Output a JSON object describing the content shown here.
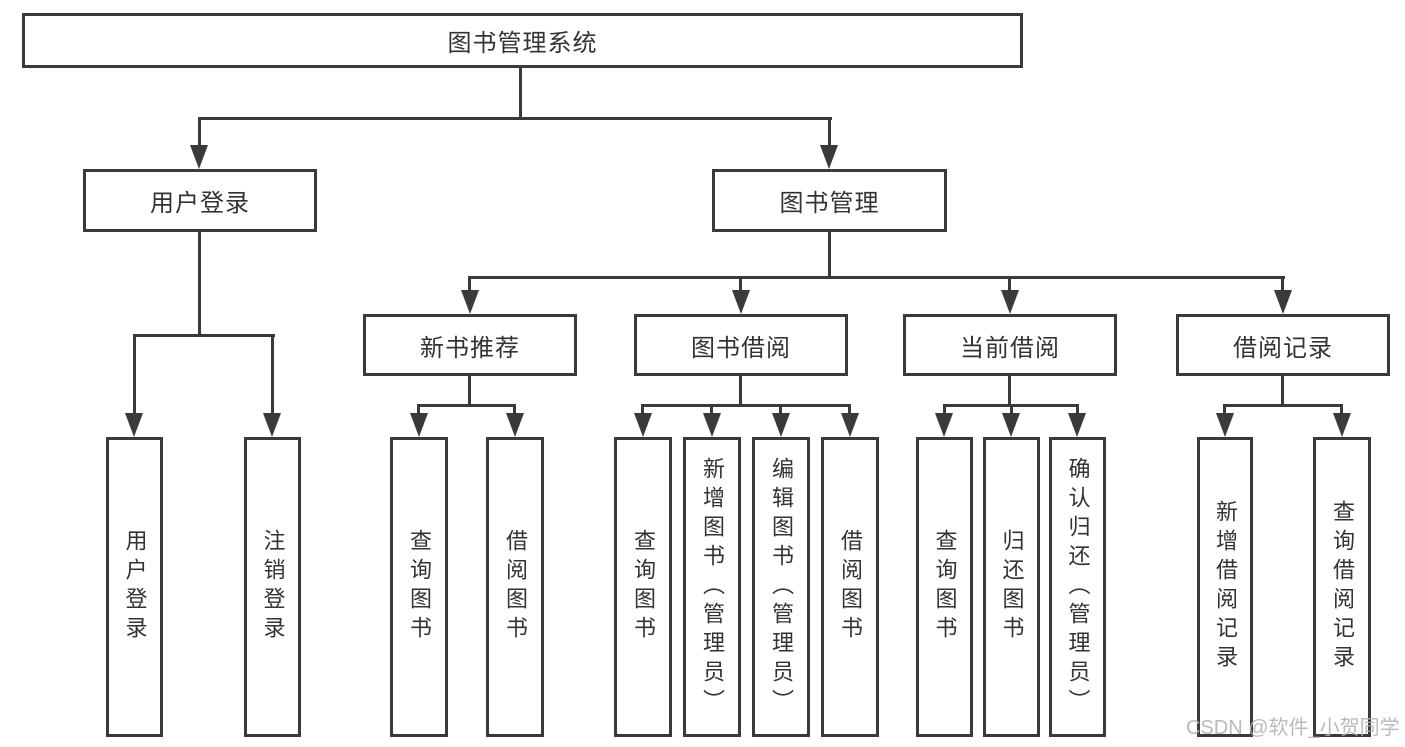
{
  "diagram": {
    "title": "图书管理系统",
    "branches": [
      {
        "label": "用户登录",
        "children": [
          {
            "label": "用户登录"
          },
          {
            "label": "注销登录"
          }
        ]
      },
      {
        "label": "图书管理",
        "children": [
          {
            "label": "新书推荐",
            "children": [
              {
                "label": "查询图书"
              },
              {
                "label": "借阅图书"
              }
            ]
          },
          {
            "label": "图书借阅",
            "children": [
              {
                "label": "查询图书"
              },
              {
                "label": "新增图书（管理员）"
              },
              {
                "label": "编辑图书（管理员）"
              },
              {
                "label": "借阅图书"
              }
            ]
          },
          {
            "label": "当前借阅",
            "children": [
              {
                "label": "查询图书"
              },
              {
                "label": "归还图书"
              },
              {
                "label": "确认归还（管理员）"
              }
            ]
          },
          {
            "label": "借阅记录",
            "children": [
              {
                "label": "新增借阅记录"
              },
              {
                "label": "查询借阅记录"
              }
            ]
          }
        ]
      }
    ]
  },
  "watermark": {
    "text": "CSDN @软件_小贺同学"
  },
  "colors": {
    "line": "#3a3a3a",
    "text": "#333333",
    "box_background": "#ffffff",
    "page_background": "#ffffff",
    "watermark": "#b3b3b3"
  }
}
